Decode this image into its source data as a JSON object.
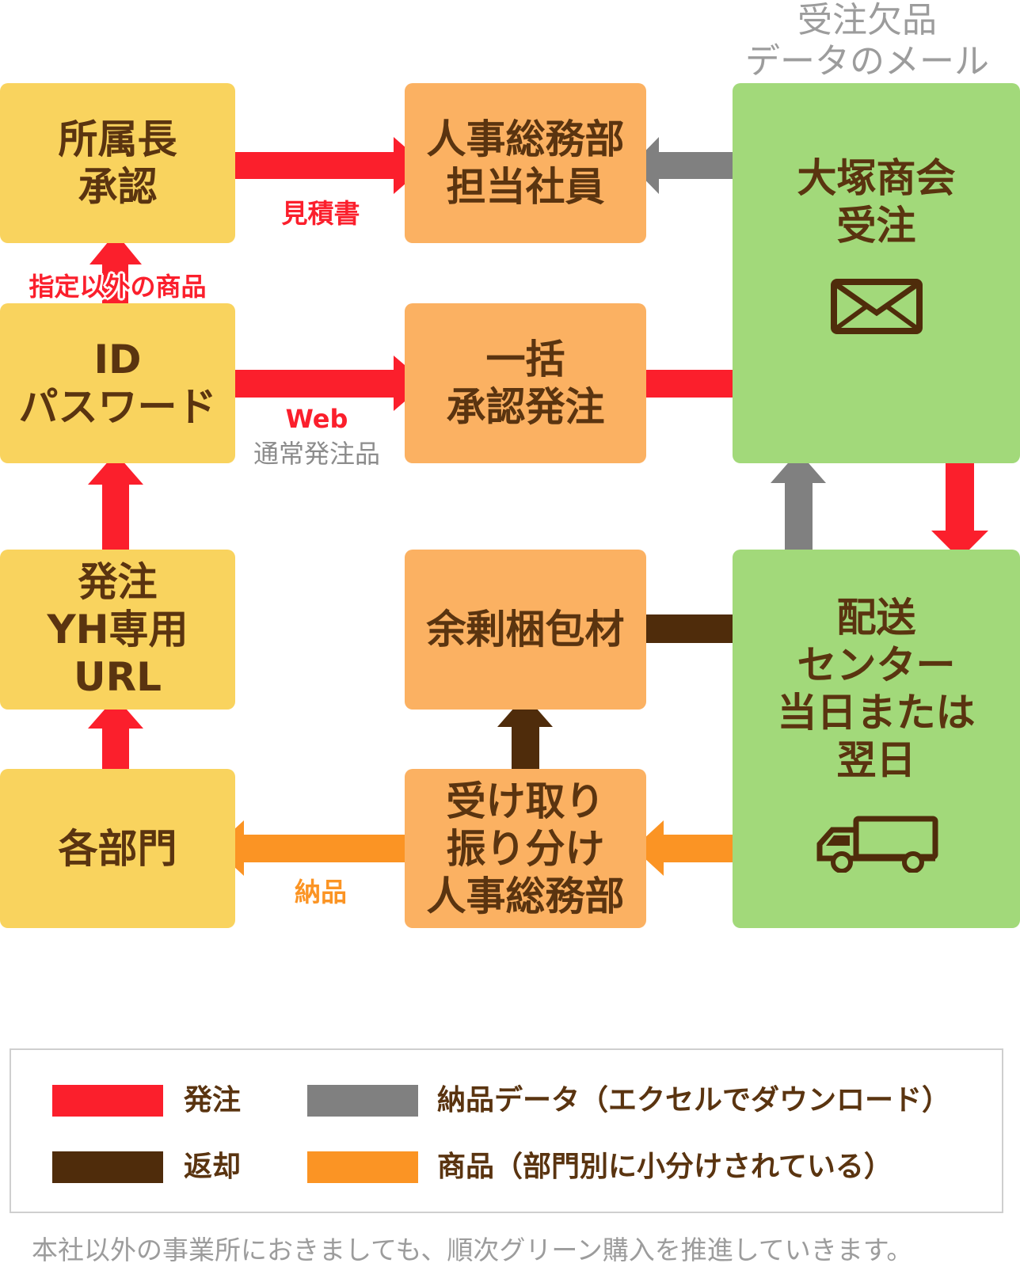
{
  "header": {
    "line1": "受注欠品",
    "line2": "データのメール"
  },
  "boxes": {
    "approval": [
      "所属長",
      "承認"
    ],
    "hr_staff": [
      "人事総務部",
      "担当社員"
    ],
    "otsuka": [
      "大塚商会",
      "受注"
    ],
    "id_password": [
      "ID",
      "パスワード"
    ],
    "bulk": [
      "一括",
      "承認発注"
    ],
    "order_url": [
      "発注",
      "YH専用",
      "URL"
    ],
    "surplus": [
      "余剰梱包材"
    ],
    "delivery": [
      "配送",
      "センター",
      "当日または",
      "翌日"
    ],
    "departments": [
      "各部門"
    ],
    "receive": [
      "受け取り",
      "振り分け",
      "人事総務部"
    ]
  },
  "edge_labels": {
    "estimate": "見積書",
    "non_designated": "指定以外の商品",
    "web": "Web",
    "regular": "通常発注品",
    "delivery": "納品"
  },
  "icons": {
    "otsuka": "envelope-icon",
    "delivery": "truck-icon"
  },
  "legend": [
    {
      "color": "#fb1f2c",
      "label": "発注"
    },
    {
      "color": "#808080",
      "label": "納品データ（エクセルでダウンロード）"
    },
    {
      "color": "#4f2c0b",
      "label": "返却"
    },
    {
      "color": "#fb9424",
      "label": "商品（部門別に小分けされている）"
    }
  ],
  "colors": {
    "order": "#fb1f2c",
    "data": "#808080",
    "return": "#4f2c0b",
    "goods": "#fb9424",
    "yellow_box": "#f9d35e",
    "orange_box": "#fbb162",
    "green_box": "#a2d97a"
  },
  "footnote": "本社以外の事業所におきましても、順次グリーン購入を推進していきます。"
}
